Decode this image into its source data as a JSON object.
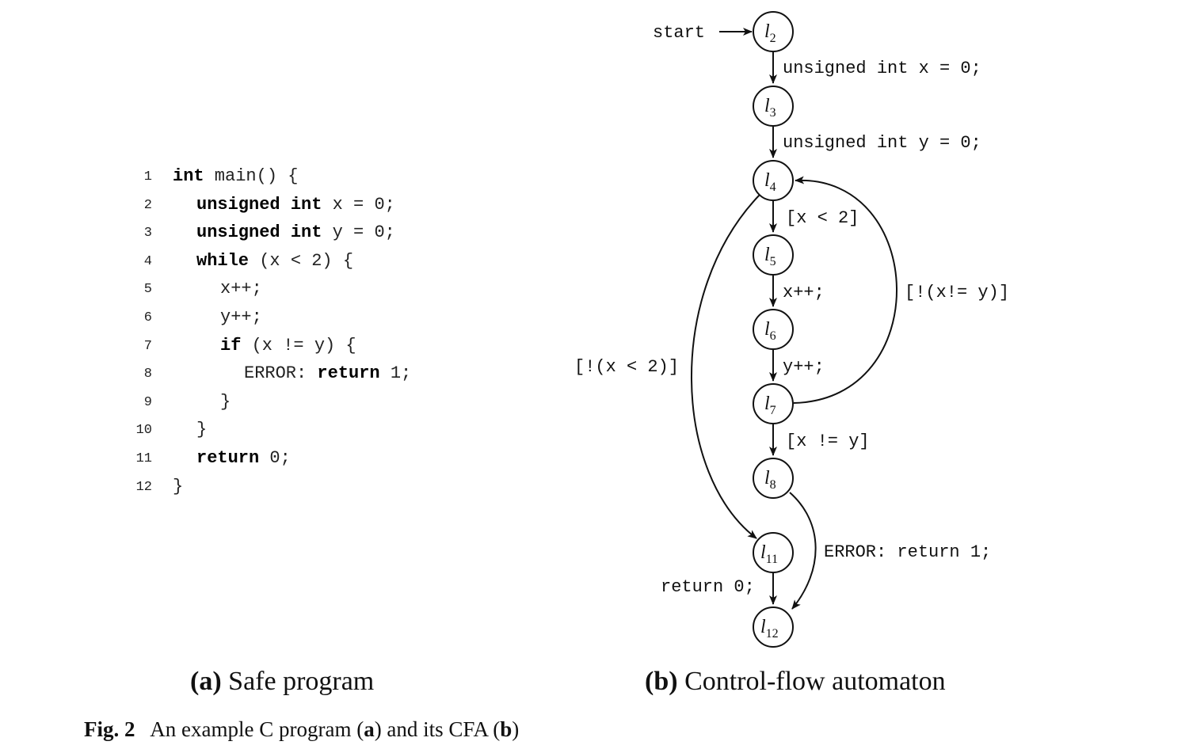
{
  "code": {
    "lines": [
      {
        "n": "1",
        "indent": 0,
        "tokens": [
          {
            "t": "int",
            "b": true
          },
          {
            "t": " main() {",
            "b": false
          }
        ]
      },
      {
        "n": "2",
        "indent": 1,
        "tokens": [
          {
            "t": "unsigned",
            "b": true
          },
          {
            "t": " ",
            "b": false
          },
          {
            "t": "int",
            "b": true
          },
          {
            "t": " x = 0;",
            "b": false
          }
        ]
      },
      {
        "n": "3",
        "indent": 1,
        "tokens": [
          {
            "t": "unsigned",
            "b": true
          },
          {
            "t": " ",
            "b": false
          },
          {
            "t": "int",
            "b": true
          },
          {
            "t": " y = 0;",
            "b": false
          }
        ]
      },
      {
        "n": "4",
        "indent": 1,
        "tokens": [
          {
            "t": "while",
            "b": true
          },
          {
            "t": " (x < 2) {",
            "b": false
          }
        ]
      },
      {
        "n": "5",
        "indent": 2,
        "tokens": [
          {
            "t": "x++;",
            "b": false
          }
        ]
      },
      {
        "n": "6",
        "indent": 2,
        "tokens": [
          {
            "t": "y++;",
            "b": false
          }
        ]
      },
      {
        "n": "7",
        "indent": 2,
        "tokens": [
          {
            "t": "if",
            "b": true
          },
          {
            "t": " (x != y) {",
            "b": false
          }
        ]
      },
      {
        "n": "8",
        "indent": 3,
        "tokens": [
          {
            "t": "ERROR: ",
            "b": false
          },
          {
            "t": "return",
            "b": true
          },
          {
            "t": " 1;",
            "b": false
          }
        ]
      },
      {
        "n": "9",
        "indent": 2,
        "tokens": [
          {
            "t": "}",
            "b": false
          }
        ]
      },
      {
        "n": "10",
        "indent": 1,
        "tokens": [
          {
            "t": "}",
            "b": false
          }
        ]
      },
      {
        "n": "11",
        "indent": 1,
        "tokens": [
          {
            "t": "return",
            "b": true
          },
          {
            "t": " 0;",
            "b": false
          }
        ]
      },
      {
        "n": "12",
        "indent": 0,
        "tokens": [
          {
            "t": "}",
            "b": false
          }
        ]
      }
    ]
  },
  "cfa": {
    "start_label": "start",
    "nodes": [
      {
        "id": "l2",
        "base": "l",
        "sub": "2"
      },
      {
        "id": "l3",
        "base": "l",
        "sub": "3"
      },
      {
        "id": "l4",
        "base": "l",
        "sub": "4"
      },
      {
        "id": "l5",
        "base": "l",
        "sub": "5"
      },
      {
        "id": "l6",
        "base": "l",
        "sub": "6"
      },
      {
        "id": "l7",
        "base": "l",
        "sub": "7"
      },
      {
        "id": "l8",
        "base": "l",
        "sub": "8"
      },
      {
        "id": "l11",
        "base": "l",
        "sub": "11"
      },
      {
        "id": "l12",
        "base": "l",
        "sub": "12"
      }
    ],
    "edges": [
      {
        "from": "l2",
        "to": "l3",
        "label": "unsigned int x = 0;"
      },
      {
        "from": "l3",
        "to": "l4",
        "label": "unsigned int y = 0;"
      },
      {
        "from": "l4",
        "to": "l5",
        "label": "[x < 2]"
      },
      {
        "from": "l5",
        "to": "l6",
        "label": "x++;"
      },
      {
        "from": "l6",
        "to": "l7",
        "label": "y++;"
      },
      {
        "from": "l7",
        "to": "l8",
        "label": "[x != y]"
      },
      {
        "from": "l7",
        "to": "l4",
        "label": "[!(x!= y)]"
      },
      {
        "from": "l4",
        "to": "l11",
        "label": "[!(x < 2)]"
      },
      {
        "from": "l8",
        "to": "l12",
        "label": "ERROR: return 1;"
      },
      {
        "from": "l11",
        "to": "l12",
        "label": "return 0;"
      }
    ]
  },
  "captions": {
    "a_tag": "(a)",
    "a_text": "Safe program",
    "b_tag": "(b)",
    "b_text": "Control-flow automaton",
    "fig_label": "Fig. 2",
    "fig_text_1": "An example C program (",
    "fig_a": "a",
    "fig_text_2": ") and its CFA (",
    "fig_b": "b",
    "fig_text_3": ")"
  }
}
